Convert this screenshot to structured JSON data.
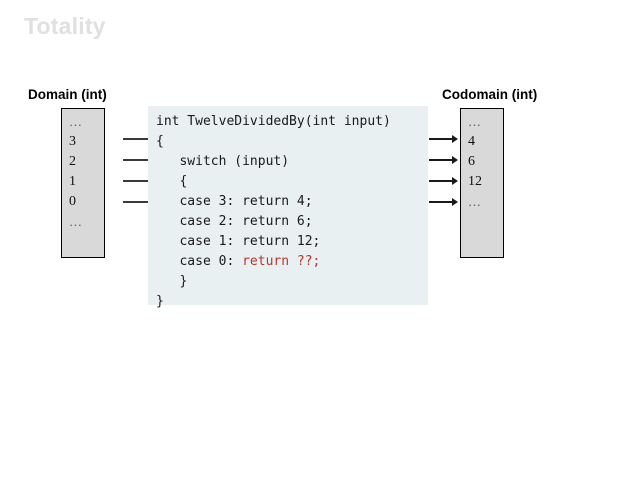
{
  "slide": {
    "title": "Totality",
    "title_color": "#e0e0e0",
    "background": "#ffffff"
  },
  "domain": {
    "heading": "Domain (int)",
    "box_fill": "#d9d9d9",
    "box_border": "#000000",
    "items": [
      "…",
      "3",
      "2",
      "1",
      "0",
      "…"
    ]
  },
  "codomain": {
    "heading": "Codomain (int)",
    "box_fill": "#d9d9d9",
    "box_border": "#000000",
    "items": [
      "…",
      "4",
      "6",
      "12",
      "…"
    ]
  },
  "code": {
    "background": "#e8f0f2",
    "error_color": "#b8352c",
    "lines": [
      {
        "text": "int TwelveDividedBy(int input)",
        "error": ""
      },
      {
        "text": "{",
        "error": ""
      },
      {
        "text": "   switch (input)",
        "error": ""
      },
      {
        "text": "   {",
        "error": ""
      },
      {
        "text": "   case 3: return 4;",
        "error": ""
      },
      {
        "text": "   case 2: return 6;",
        "error": ""
      },
      {
        "text": "   case 1: return 12;",
        "error": ""
      },
      {
        "text": "   case 0: ",
        "error": "return ??;"
      },
      {
        "text": "   }",
        "error": ""
      },
      {
        "text": "}",
        "error": ""
      }
    ]
  },
  "connectors": {
    "domain_to_function_count": 4,
    "function_to_codomain_count": 4
  }
}
